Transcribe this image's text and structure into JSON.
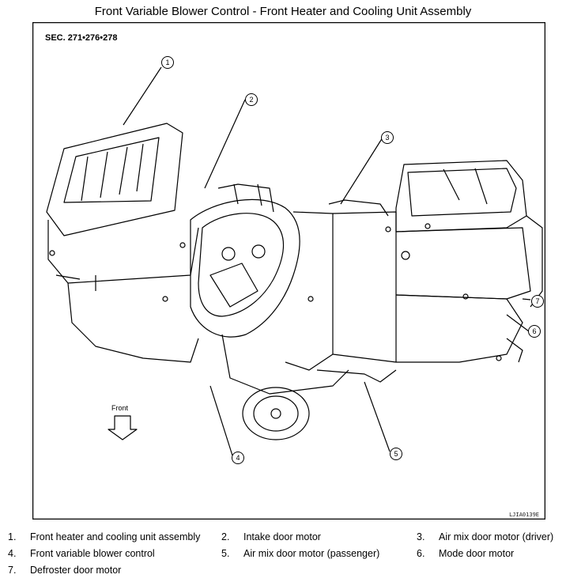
{
  "title": "Front Variable Blower Control - Front Heater and Cooling Unit Assembly",
  "figure": {
    "section": "SEC. 271•276•278",
    "code": "LJIA0139E",
    "front_label": "Front",
    "callouts": [
      "1",
      "2",
      "3",
      "4",
      "5",
      "6",
      "7"
    ]
  },
  "legend": [
    {
      "num": "1.",
      "text": "Front heater and cooling unit assembly"
    },
    {
      "num": "2.",
      "text": "Intake door motor"
    },
    {
      "num": "3.",
      "text": "Air mix door motor (driver)"
    },
    {
      "num": "4.",
      "text": "Front variable blower control"
    },
    {
      "num": "5.",
      "text": "Air mix door motor (passenger)"
    },
    {
      "num": "6.",
      "text": "Mode door motor"
    },
    {
      "num": "7.",
      "text": "Defroster door motor"
    }
  ]
}
